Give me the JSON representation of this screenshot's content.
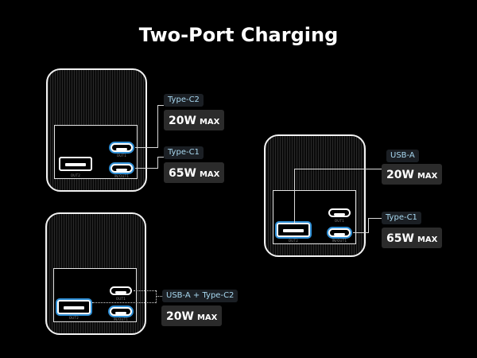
{
  "title": "Two-Port Charging",
  "port_marks": {
    "out1": "OUT1",
    "out2": "OUT2",
    "in_out1": "IN/OUT1"
  },
  "configs": [
    {
      "ports": [
        {
          "label": "Type-C2",
          "watts": "20W",
          "max": "MAX"
        },
        {
          "label": "Type-C1",
          "watts": "65W",
          "max": "MAX"
        }
      ]
    },
    {
      "ports": [
        {
          "label": "USB-A",
          "watts": "20W",
          "max": "MAX"
        },
        {
          "label": "Type-C1",
          "watts": "65W",
          "max": "MAX"
        }
      ]
    },
    {
      "ports": [
        {
          "label": "USB-A + Type-C2",
          "watts": "20W",
          "max": "MAX"
        }
      ]
    }
  ],
  "colors": {
    "background": "#000000",
    "highlight": "#2f8fd6",
    "tag_text": "#a8d8f0",
    "watt_box": "#2b2b2b"
  }
}
